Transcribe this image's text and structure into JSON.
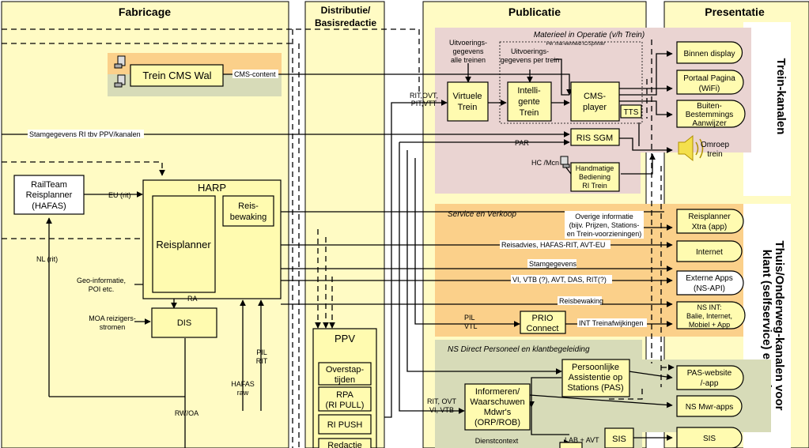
{
  "columns": {
    "fabricage": "Fabricage",
    "distributie_1": "Distributie/",
    "distributie_2": "Basisredactie",
    "publicatie": "Publicatie",
    "presentatie": "Presentatie"
  },
  "side_labels": {
    "trein": "Trein-kanalen",
    "thuis_1": "Thuis/Onderweg-kanalen voor",
    "thuis_2": "klant (selfservice) en mdwr"
  },
  "groups": {
    "materieel": "Materieel in Operatie (v/h Trein)",
    "service": "Service en Verkoop",
    "nsdirect": "NS Direct Personeel en klantbegeleiding"
  },
  "boxes": {
    "trein_cms_wal": "Trein CMS Wal",
    "railteam": [
      "RailTeam",
      "Reisplanner",
      "(HAFAS)"
    ],
    "harp": "HARP",
    "reisplanner": "Reisplanner",
    "reisbewaking": [
      "Reis-",
      "bewaking"
    ],
    "dis": "DIS",
    "ppv": "PPV",
    "overstaptijden": [
      "Overstap-",
      "tijden"
    ],
    "rpa": [
      "RPA",
      "(RI PULL)"
    ],
    "ri_push": "RI PUSH",
    "redactie": "Redactie",
    "virtuele_trein": [
      "Virtuele",
      "Trein"
    ],
    "intelligente_trein": [
      "Intelli-",
      "gente",
      "Trein"
    ],
    "cms_player": [
      "CMS-",
      "player"
    ],
    "tts": "TTS",
    "ris_sgm": "RIS SGM",
    "handmatige": [
      "Handmatige",
      "Bediening",
      "RI Trein"
    ],
    "prio": [
      "PRIO",
      "Connect"
    ],
    "pas": [
      "Persoonlijke",
      "Assistentie op",
      "Stations (PAS)"
    ],
    "informeren": [
      "Informeren/",
      "Waarschuwen",
      "Mdwr's",
      "(ORP/ROB)"
    ],
    "sis_mid": "SIS"
  },
  "outputs": {
    "binnen_display": [
      "Binnen display"
    ],
    "portaal": [
      "Portaal Pagina",
      "(WiFi)"
    ],
    "buiten": [
      "Buiten-",
      "Bestemmings",
      "Aanwijzer"
    ],
    "omroep": [
      "Omroep",
      "trein"
    ],
    "reisplanner_xtra": [
      "Reisplanner",
      "Xtra (app)"
    ],
    "internet": [
      "Internet"
    ],
    "externe_apps": [
      "Externe Apps",
      "(NS-API)"
    ],
    "ns_int": [
      "NS INT:",
      "Balie, Internet,",
      "Mobiel + App"
    ],
    "pas_website": [
      "PAS-website",
      "/-app"
    ],
    "ns_mwr_apps": [
      "NS Mwr-apps"
    ],
    "sis": [
      "SIS"
    ]
  },
  "labels": {
    "cms_content": "CMS-content",
    "stamgegevens_ri": "Stamgegevens RI tbv PPV/kanalen",
    "eu_rit": "EU (rit)",
    "nl_rit": "NL (rit)",
    "geo": [
      "Geo-informatie,",
      "POI etc."
    ],
    "ra": "RA",
    "moa": [
      "MOA reizigers-",
      "stromen"
    ],
    "pil_rit": [
      "PIL",
      "RIT"
    ],
    "hafas_raw": [
      "HAFAS",
      "raw"
    ],
    "rw_oa": "RW/OA",
    "uitvoering_alle": [
      "Uitvoerings-",
      "gegevens",
      "alle treinen"
    ],
    "uitvoering_per": [
      "Uitvoerings-",
      "gegevens per trein"
    ],
    "per_mat": "Per mat-eenheid IC/Sprinter",
    "rit_ovt": [
      "RIT,OVT,",
      "PIT,VTT"
    ],
    "par": "PAR",
    "hc_mcn": "HC /Mcn",
    "overige": [
      "Overige informatie",
      "(bijv. Prijzen, Stations-",
      "en Trein-voorzieningen)"
    ],
    "reisadvies": "Reisadvies, HAFAS-RIT, AVT-EU",
    "stamgegevens": "Stamgegevens",
    "vi_vtb": "VI, VTB (?), AVT, DAS, RIT(?)",
    "reisbewaking_lbl": "Reisbewaking",
    "pil_vtl": [
      "PIL",
      "VTL"
    ],
    "int_trein": "INT Treinafwijkingen",
    "rit_ovt_vi": [
      "RIT, OVT",
      "VI, VTB"
    ],
    "lab_avt": "LAB + AVT",
    "dienstcontext": "Dienstcontext"
  }
}
